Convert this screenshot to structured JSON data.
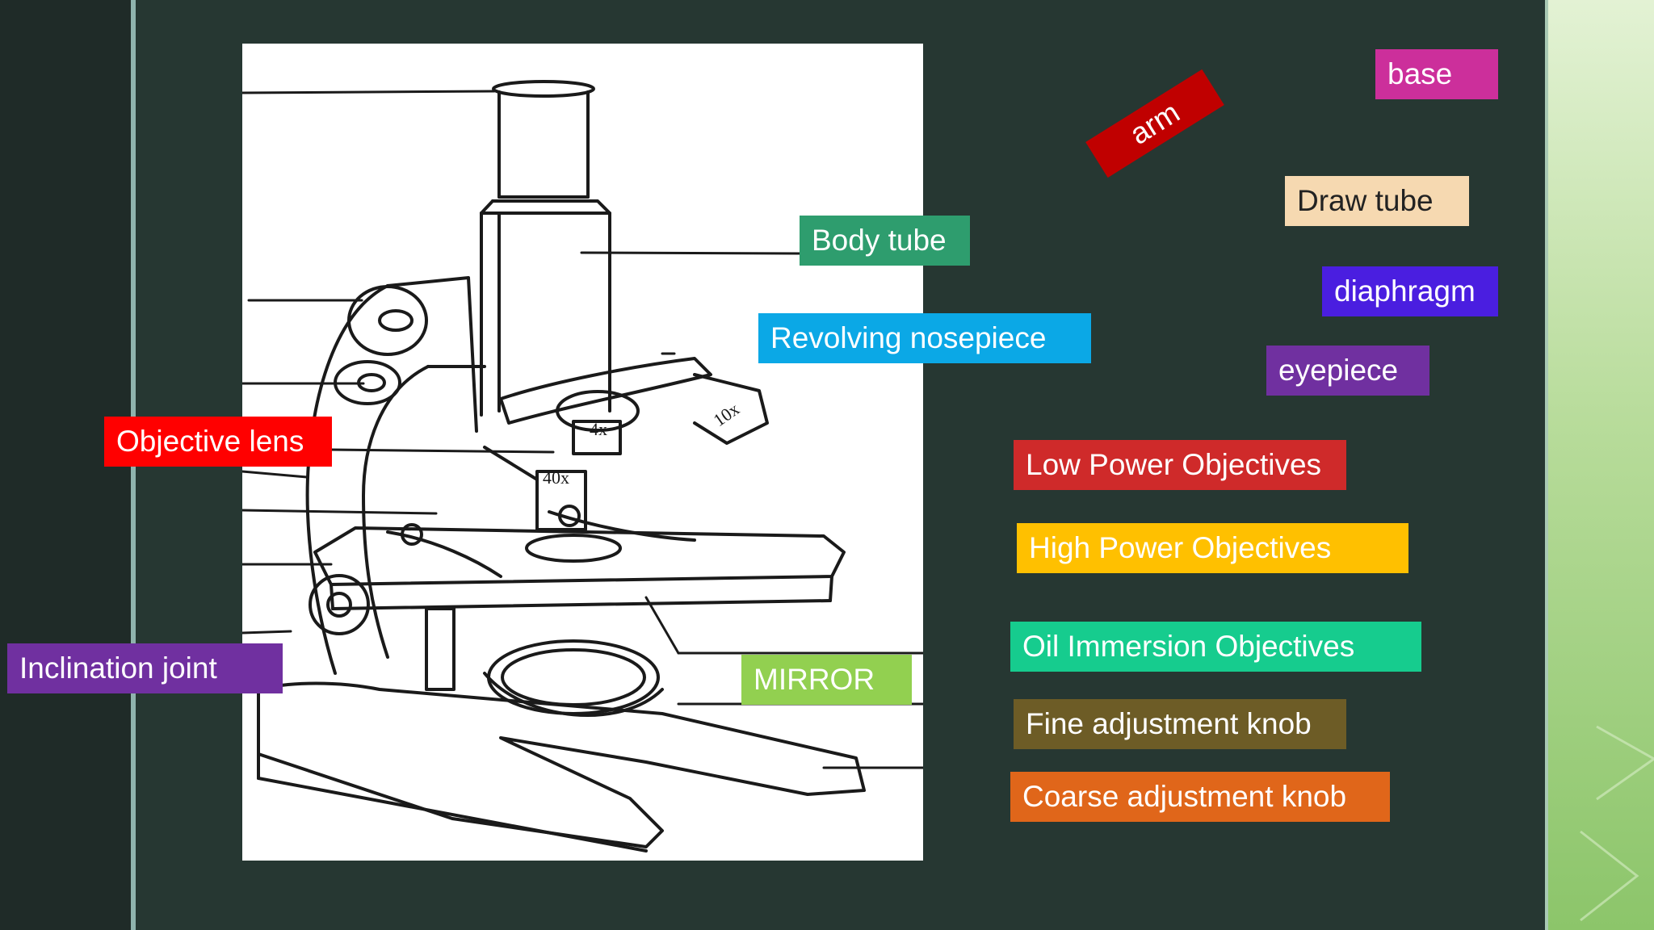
{
  "labels": {
    "base": {
      "text": "base",
      "color": "#cc2f9b"
    },
    "arm": {
      "text": "arm",
      "color": "#c00000"
    },
    "draw_tube": {
      "text": "Draw tube",
      "color": "#f6d9b1"
    },
    "body_tube": {
      "text": "Body tube",
      "color": "#2e9d6e"
    },
    "diaphragm": {
      "text": "diaphragm",
      "color": "#4a1ee0"
    },
    "revolving_nosepiece": {
      "text": "Revolving nosepiece",
      "color": "#0ba8e6"
    },
    "eyepiece": {
      "text": "eyepiece",
      "color": "#7030a0"
    },
    "objective_lens": {
      "text": "Objective lens",
      "color": "#ff0000"
    },
    "low_power_objectives": {
      "text": "Low Power Objectives",
      "color": "#cf2a2a"
    },
    "high_power_objectives": {
      "text": "High Power Objectives",
      "color": "#ffc000"
    },
    "oil_immersion_objectives": {
      "text": "Oil Immersion Objectives",
      "color": "#16cc8e"
    },
    "mirror": {
      "text": "MIRROR",
      "color": "#92d050"
    },
    "inclination_joint": {
      "text": "Inclination joint",
      "color": "#7030a0"
    },
    "fine_adjustment_knob": {
      "text": "Fine adjustment knob",
      "color": "#6d5c26"
    },
    "coarse_adjustment_knob": {
      "text": "Coarse adjustment knob",
      "color": "#e0661a"
    }
  },
  "diagram": {
    "objective_marks": [
      "4x",
      "10x",
      "40x"
    ]
  },
  "theme": {
    "background": "#263732",
    "line_color": "#1a1a1a"
  }
}
